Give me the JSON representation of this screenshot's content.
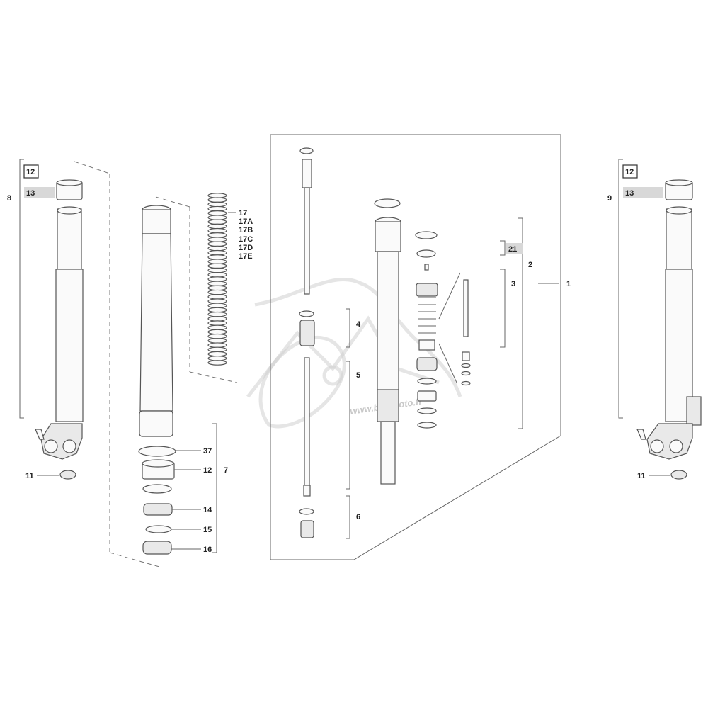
{
  "callouts": {
    "c1": "1",
    "c2": "2",
    "c3": "3",
    "c4": "4",
    "c5": "5",
    "c6": "6",
    "c7": "7",
    "c8": "8",
    "c9": "9",
    "c11_left": "11",
    "c11_right": "11",
    "c12_left": "12",
    "c12_right": "12",
    "c12_mid": "12",
    "c13_left": "13",
    "c13_right": "13",
    "c14": "14",
    "c15": "15",
    "c16": "16",
    "c17": "17",
    "c17a": "17A",
    "c17b": "17B",
    "c17c": "17C",
    "c17d": "17D",
    "c17e": "17E",
    "c21": "21",
    "c37": "37"
  },
  "watermark": {
    "text": "www.bihrmoto.fr"
  }
}
